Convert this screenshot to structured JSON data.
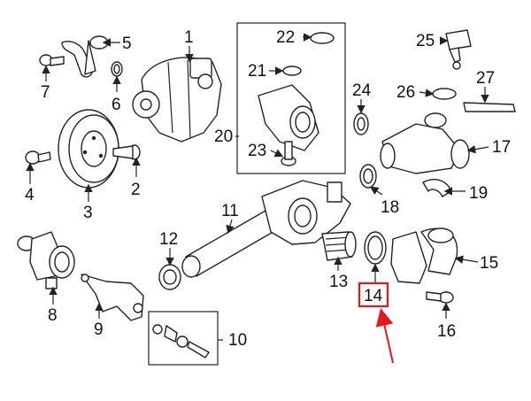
{
  "callouts": [
    "1",
    "2",
    "3",
    "4",
    "5",
    "6",
    "7",
    "8",
    "9",
    "10",
    "11",
    "12",
    "13",
    "14",
    "15",
    "16",
    "17",
    "18",
    "19",
    "20",
    "21",
    "22",
    "23",
    "24",
    "25",
    "26",
    "27"
  ],
  "highlight": {
    "label": "14",
    "color": "#e0191f"
  },
  "arrow_color": "#e0191f"
}
